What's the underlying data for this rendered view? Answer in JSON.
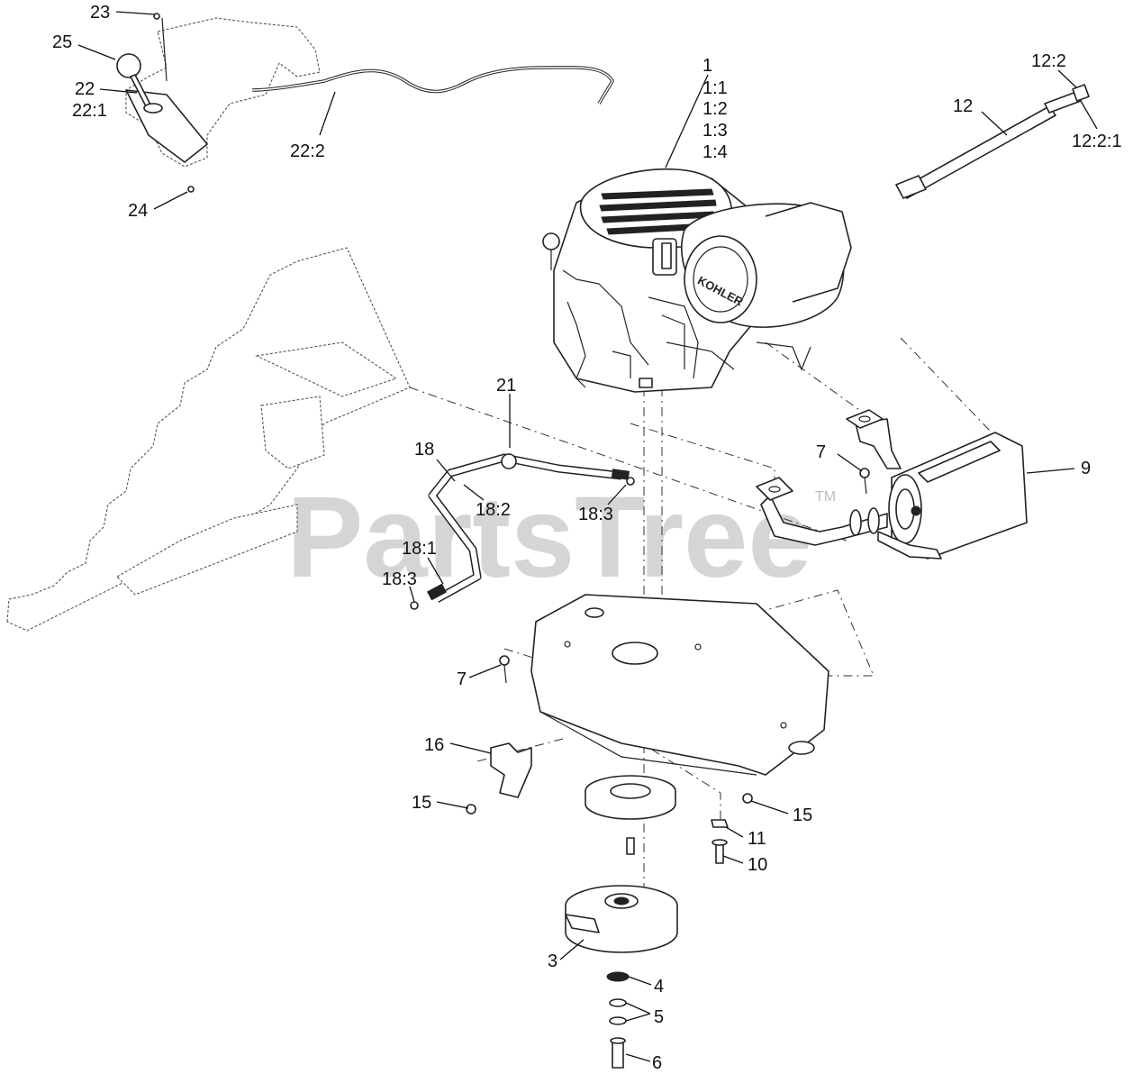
{
  "watermark": {
    "text": "PartsTree",
    "tm": "TM"
  },
  "labels": {
    "l1": "1",
    "l1_1": "1:1",
    "l1_2": "1:2",
    "l1_3": "1:3",
    "l1_4": "1:4",
    "l3": "3",
    "l4": "4",
    "l5": "5",
    "l6": "6",
    "l7a": "7",
    "l7b": "7",
    "l9": "9",
    "l10": "10",
    "l11": "11",
    "l12": "12",
    "l12_2": "12:2",
    "l12_2_1": "12:2:1",
    "l15a": "15",
    "l15b": "15",
    "l16": "16",
    "l18": "18",
    "l18_1": "18:1",
    "l18_2": "18:2",
    "l18_3a": "18:3",
    "l18_3b": "18:3",
    "l21": "21",
    "l22": "22",
    "l22_1": "22:1",
    "l22_2": "22:2",
    "l23": "23",
    "l24": "24",
    "l25": "25"
  },
  "engine_brand": "KOHLER"
}
